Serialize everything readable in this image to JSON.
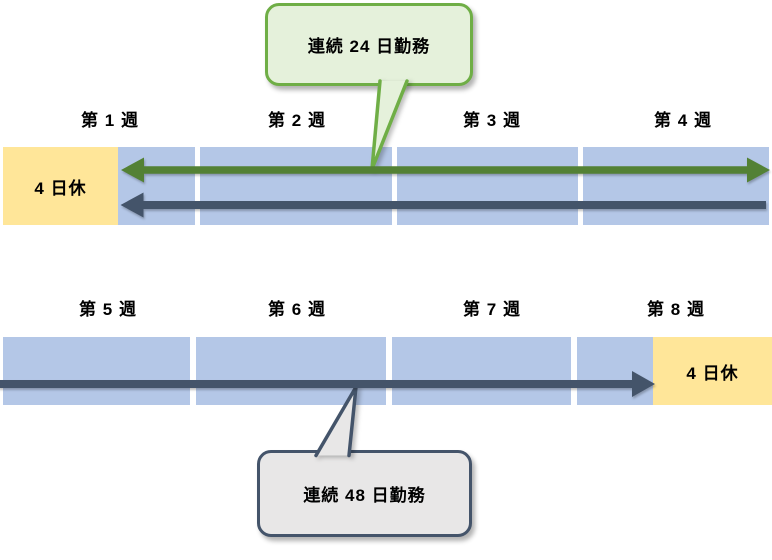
{
  "colors": {
    "background": "#FFFFFF",
    "week_fill": "#B4C7E7",
    "rest_fill": "#FFE699",
    "work24_arrow": "#538135",
    "wrap_arrow": "#44546A",
    "callout24_fill": "#E5F1DB",
    "callout24_border": "#6FAE46",
    "callout48_fill": "#E8E7E7",
    "callout48_border": "#44546A",
    "label_color": "#000000"
  },
  "top": {
    "callout_label": "連続 24 日勤務",
    "rest_label": "4 日休",
    "weeks": [
      {
        "label": "第 1 週"
      },
      {
        "label": "第 2 週"
      },
      {
        "label": "第 3 週"
      },
      {
        "label": "第 4 週"
      }
    ]
  },
  "bottom": {
    "callout_label": "連続 48 日勤務",
    "rest_label": "4 日休",
    "weeks": [
      {
        "label": "第 5 週"
      },
      {
        "label": "第 6 週"
      },
      {
        "label": "第 7 週"
      },
      {
        "label": "第 8 週"
      }
    ]
  }
}
